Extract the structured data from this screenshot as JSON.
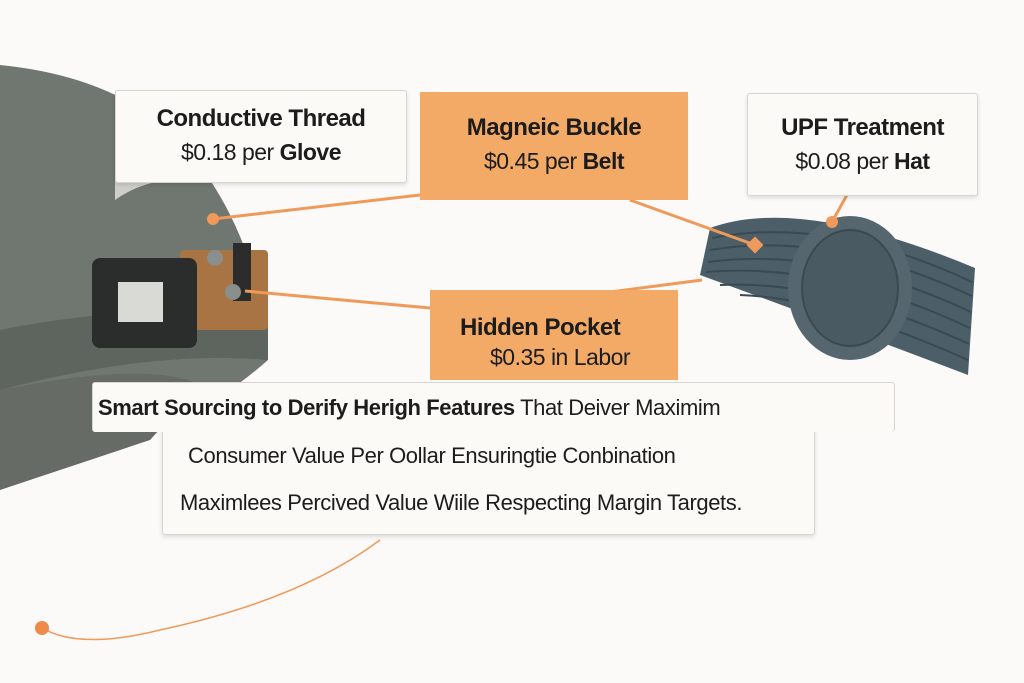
{
  "callouts": {
    "conductive_thread": {
      "title": "Conductive Thread",
      "price": "$0.18",
      "unit": "per",
      "item": "Glove"
    },
    "magnetic_buckle": {
      "title": "Magneic Buckle",
      "price": "$0.45",
      "unit": "per",
      "item": "Belt"
    },
    "upf_treatment": {
      "title": "UPF Treatment",
      "price": "$0.08",
      "unit": "per",
      "item": "Hat"
    },
    "hidden_pocket": {
      "title": "Hidden Pocket",
      "price": "$0.35 in Labor"
    }
  },
  "summary": {
    "bold": "Smart Sourcing to Derify Herigh Features",
    "line1_rest": "That Deiver Maximim",
    "line2": "Consumer Value Per Oollar  Ensuringtie  Conbination",
    "line3": "Maximlees  Percived Value  Wiile Respecting Margin  Targets."
  },
  "colors": {
    "accent": "#f3aa66",
    "connector": "#ef9a5a",
    "background": "#fbfaf8"
  }
}
